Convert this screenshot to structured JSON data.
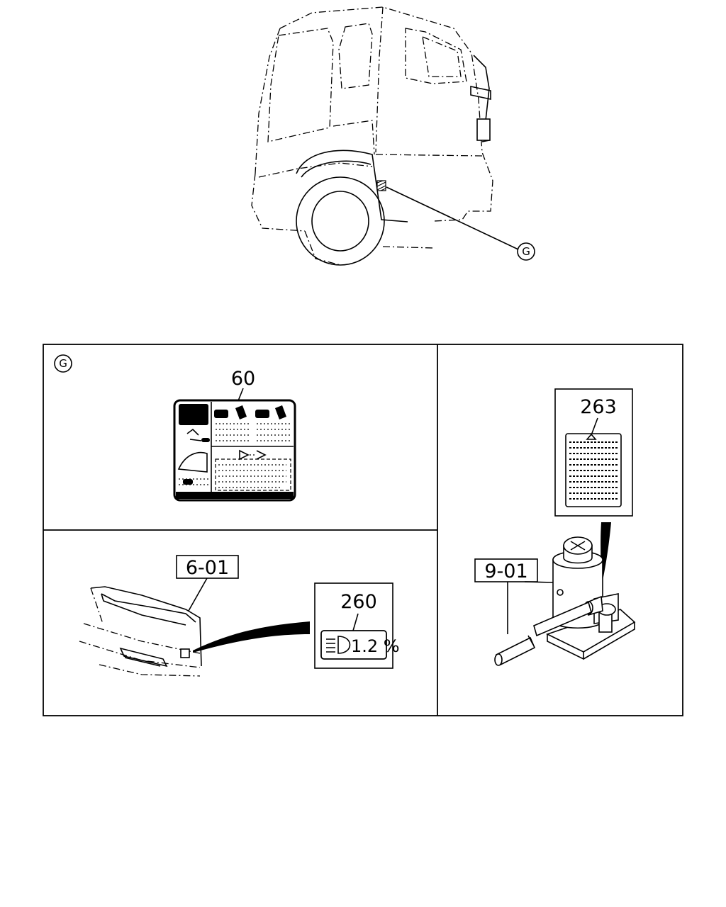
{
  "callouts": {
    "detail_letter": "G",
    "detail_letter_inset": "G"
  },
  "labels": {
    "decal_60": "60",
    "decal_263": "263",
    "decal_260": "260",
    "ref_6_01": "6-01",
    "ref_9_01": "9-01",
    "headlamp_value": "1.2 %"
  },
  "icons": {
    "headlamp": "headlamp-icon",
    "inset_callout": "circle-letter-icon"
  }
}
